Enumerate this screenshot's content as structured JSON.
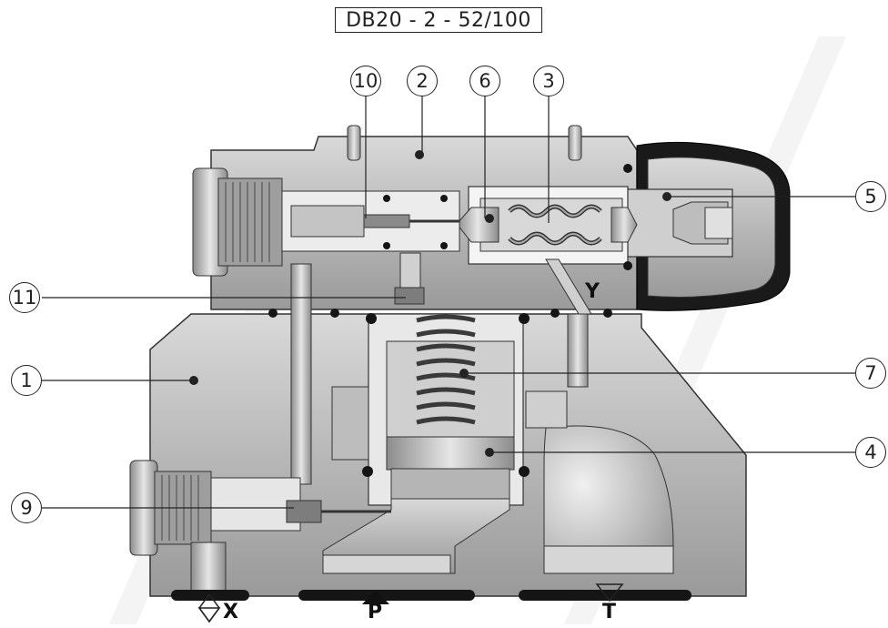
{
  "diagram": {
    "title": "DB20 - 2 - 52/100",
    "callouts": {
      "c10": "10",
      "c2": "2",
      "c6": "6",
      "c3": "3",
      "c5": "5",
      "c11": "11",
      "c1": "1",
      "c7": "7",
      "c4": "4",
      "c9": "9"
    },
    "ports": {
      "y": "Y",
      "x": "X",
      "p": "P",
      "t": "T"
    }
  }
}
